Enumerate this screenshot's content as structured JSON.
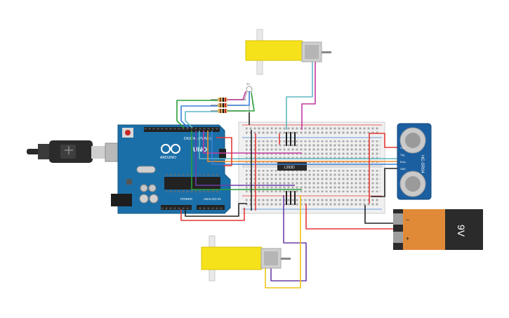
{
  "arduino": {
    "brand": "ARDUINO",
    "model": "UNO",
    "digital_header": "DIGITAL (PWM~)",
    "power_header": "POWER",
    "analog_header": "ANALOG IN"
  },
  "hbridge": {
    "label": "L293D"
  },
  "sensor": {
    "model": "HC-SR04",
    "pins": [
      "VCC",
      "Trig",
      "Echo",
      "GND"
    ]
  },
  "battery": {
    "label": "9V",
    "minus": "−",
    "plus": "+"
  },
  "led": {
    "label": "3V"
  },
  "colors": {
    "wire_red": "#e53935",
    "wire_black": "#222222",
    "wire_green": "#2e9e3a",
    "wire_blue": "#3b7fd9",
    "wire_cyan": "#5fb7c4",
    "wire_magenta": "#c23a9e",
    "wire_purple": "#6a3fa8",
    "wire_yellow": "#f0c419",
    "wire_orange": "#ee8f2d",
    "board_blue": "#1b6fa8",
    "motor_yellow": "#f5e21a"
  }
}
